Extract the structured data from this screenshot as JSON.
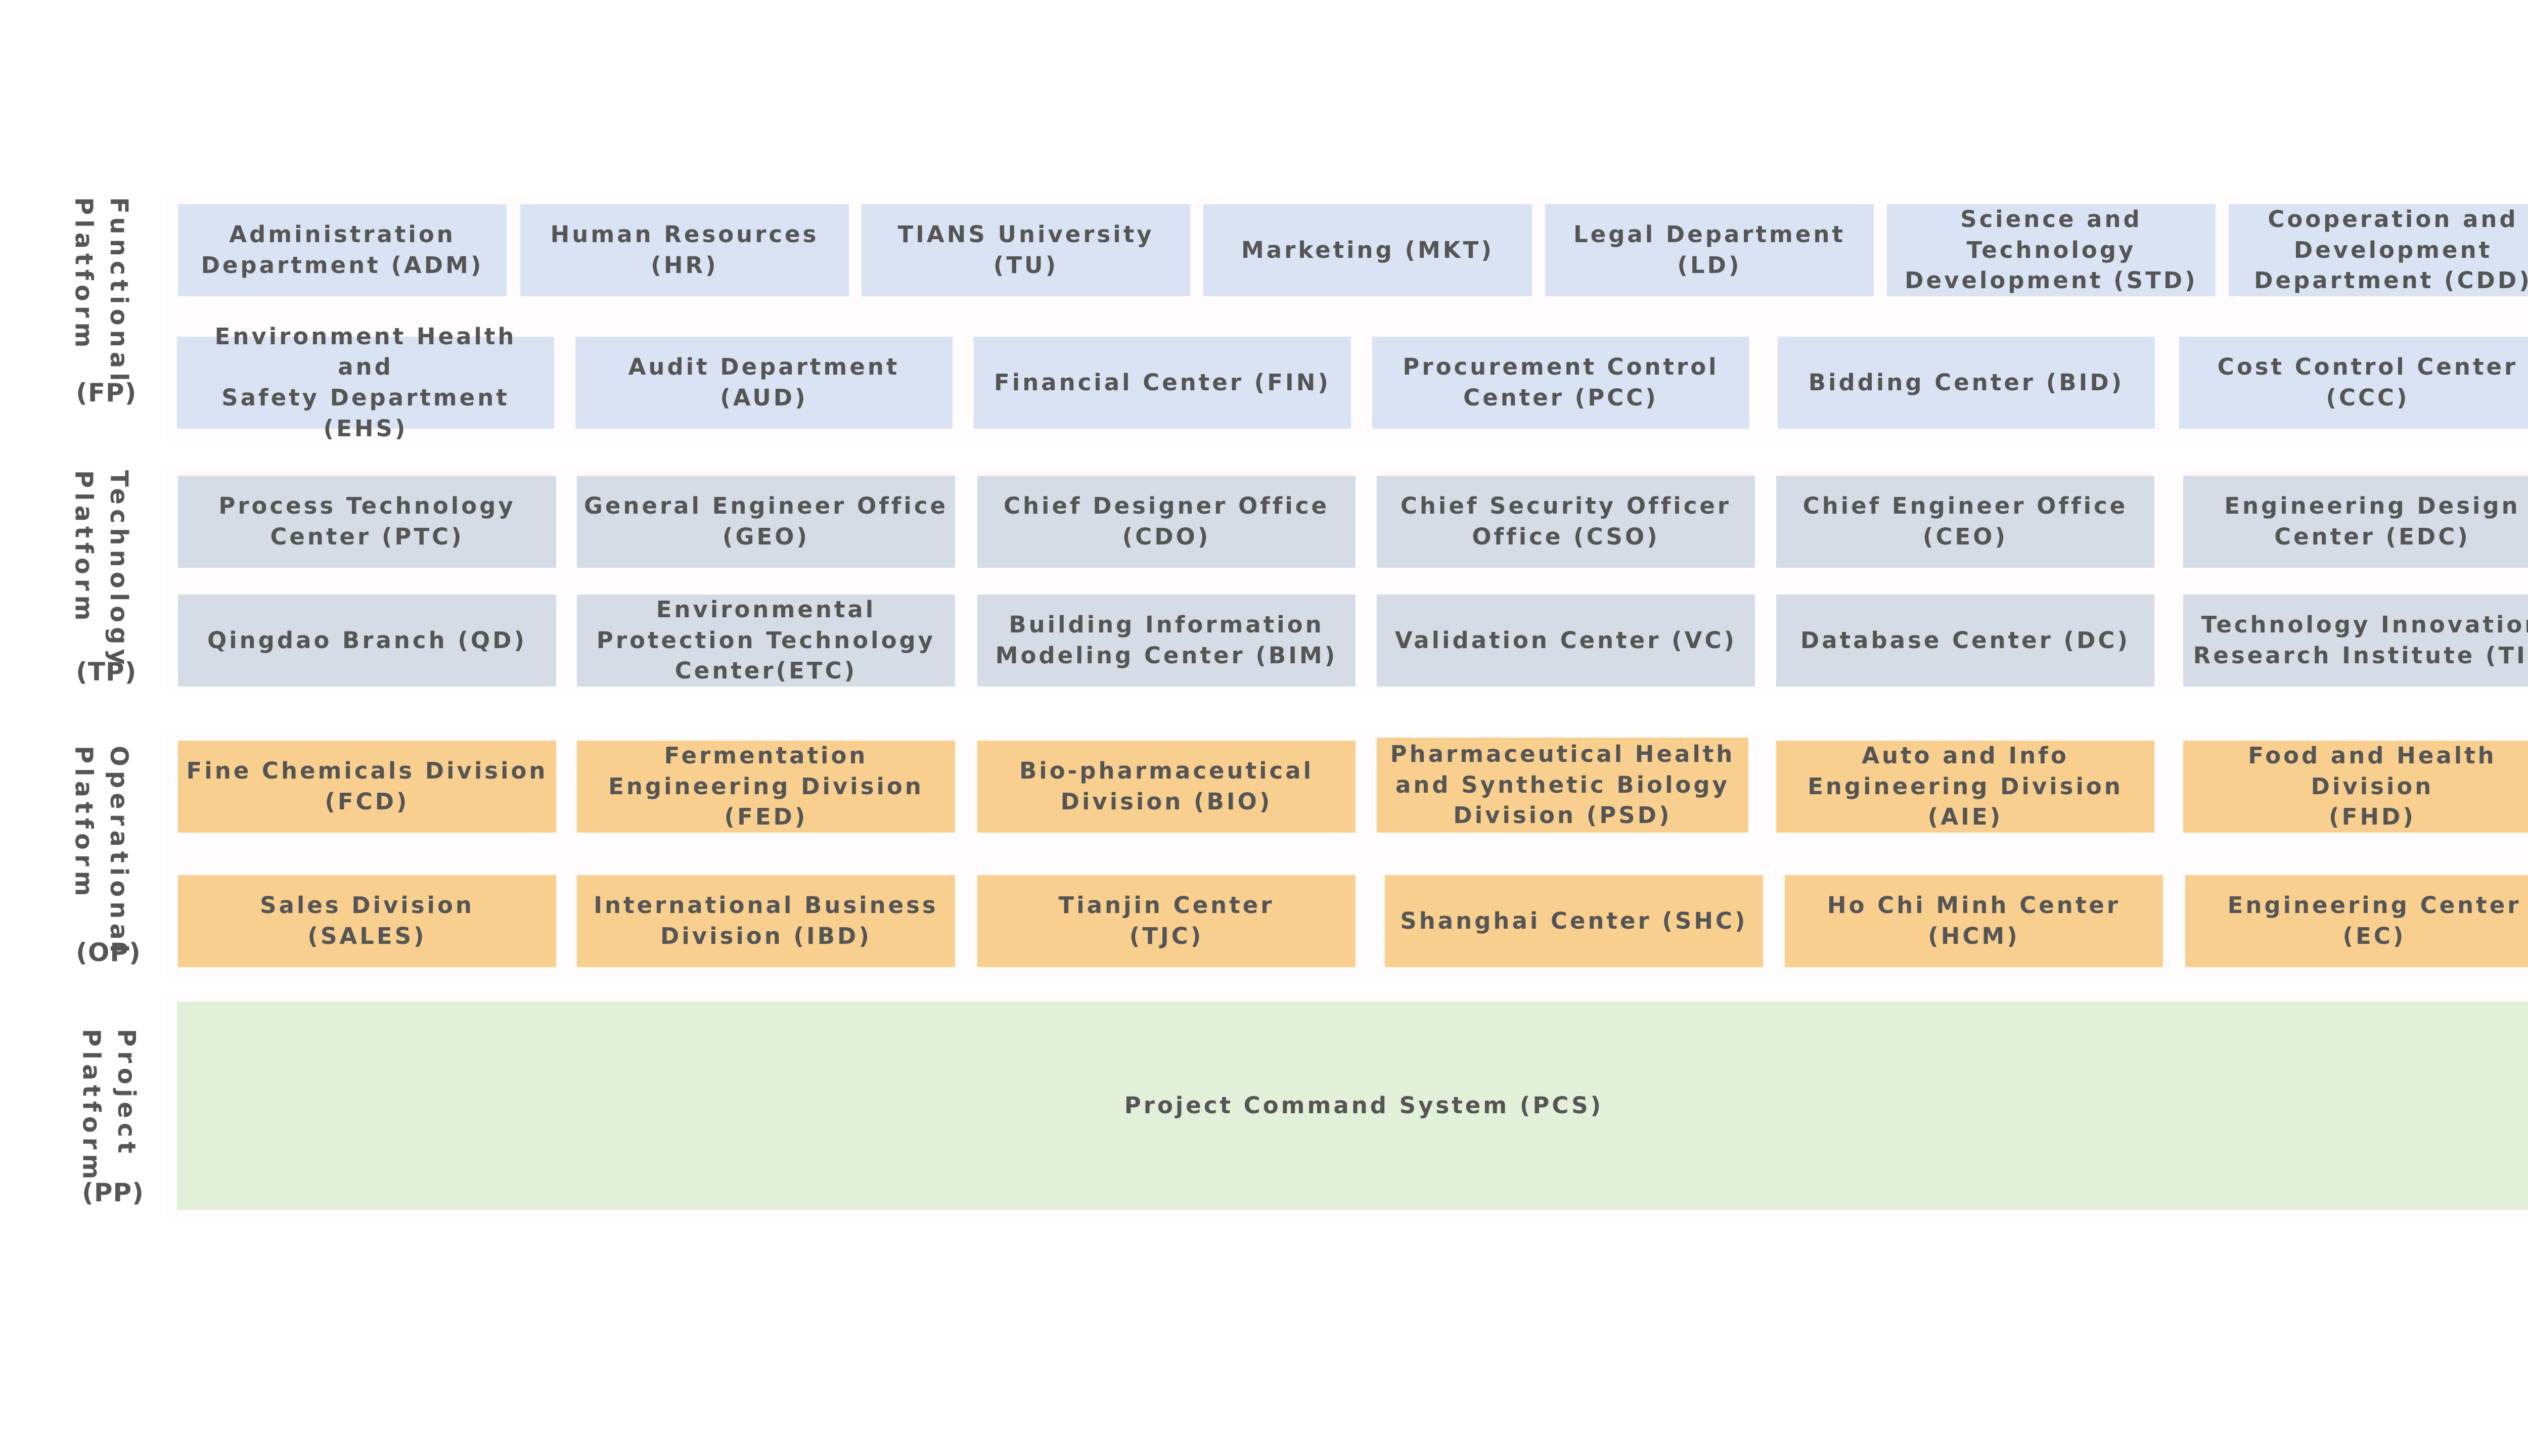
{
  "platforms": {
    "fp": {
      "name": "Functional\nPlatform",
      "abbr": "(FP)"
    },
    "tp": {
      "name": "Technology\nPlatform",
      "abbr": "(TP)"
    },
    "op": {
      "name": "Operational\nPlatform",
      "abbr": "(OP)"
    },
    "pp": {
      "name": "Project\nPlatform",
      "abbr": "(PP)"
    }
  },
  "fp_row1": [
    "Administration\nDepartment (ADM)",
    "Human Resources\n(HR)",
    "TIANS University\n(TU)",
    "Marketing (MKT)",
    "Legal Department\n(LD)",
    "Science and\nTechnology\nDevelopment (STD)",
    "Cooperation and\nDevelopment\nDepartment (CDD)"
  ],
  "fp_row2": [
    "Environment Health and\nSafety Department\n(EHS)",
    "Audit Department (AUD)",
    "Financial Center (FIN)",
    "Procurement Control\nCenter (PCC)",
    "Bidding Center (BID)",
    "Cost Control Center\n(CCC)"
  ],
  "tp_row1": [
    "Process Technology\nCenter (PTC)",
    "General Engineer Office\n(GEO)",
    "Chief Designer Office\n(CDO)",
    "Chief Security Officer\nOffice (CSO)",
    "Chief Engineer Office\n(CEO)",
    "Engineering Design\nCenter (EDC)"
  ],
  "tp_row2": [
    "Qingdao Branch (QD)",
    "Environmental\nProtection Technology\nCenter(ETC)",
    "Building Information\nModeling Center (BIM)",
    "Validation Center (VC)",
    "Database Center (DC)",
    "Technology Innovation\nResearch Institute (TII)"
  ],
  "op_row1": [
    "Fine Chemicals Division\n(FCD)",
    "Fermentation\nEngineering Division\n(FED)",
    "Bio-pharmaceutical\nDivision (BIO)",
    "Pharmaceutical Health\nand Synthetic Biology\nDivision (PSD)",
    "Auto and Info\nEngineering Division\n(AIE)",
    "Food and Health\nDivision\n(FHD)"
  ],
  "op_row2": [
    "Sales Division\n(SALES)",
    "International Business\nDivision (IBD)",
    "Tianjin Center\n(TJC)",
    "Shanghai Center (SHC)",
    "Ho Chi Minh Center\n(HCM)",
    "Engineering Center\n(EC)"
  ],
  "pp": "Project Command System (PCS)",
  "colors": {
    "functional": "#dae3f3",
    "technology": "#d6dce5",
    "operational": "#f8cf8e",
    "project": "#e2efd9",
    "text": "#555555"
  }
}
